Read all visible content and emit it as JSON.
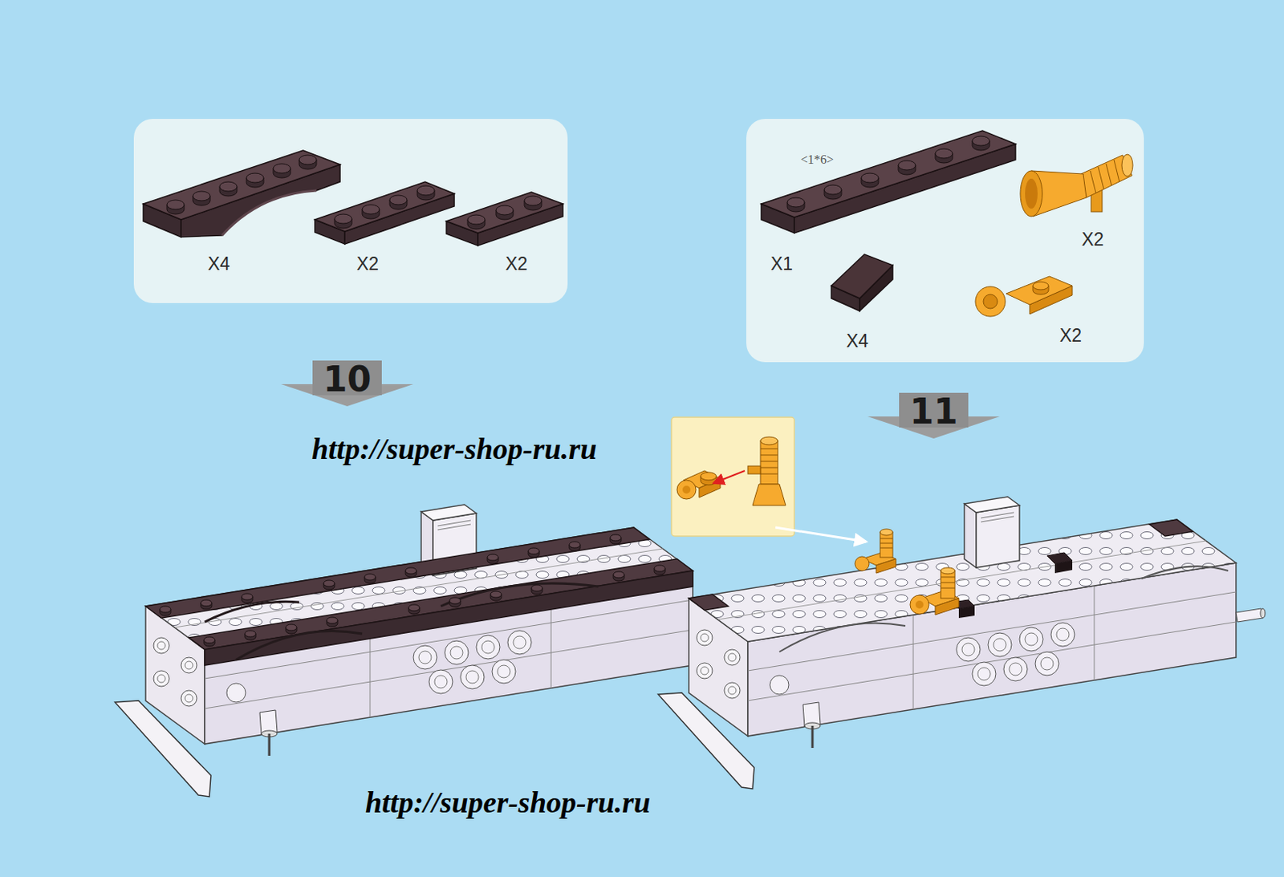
{
  "diagram": {
    "nodes": [
      {
        "text": [
          "X4",
          "X2",
          "X2"
        ]
      },
      {
        "text": [
          "<1*6>",
          "X1",
          "X2",
          "X4",
          "X2"
        ]
      },
      {
        "text": [
          "10"
        ]
      },
      {
        "text": [
          "11"
        ]
      }
    ],
    "labels": [
      "http://super-shop-ru.ru",
      "http://super-shop-ru.ru"
    ]
  }
}
